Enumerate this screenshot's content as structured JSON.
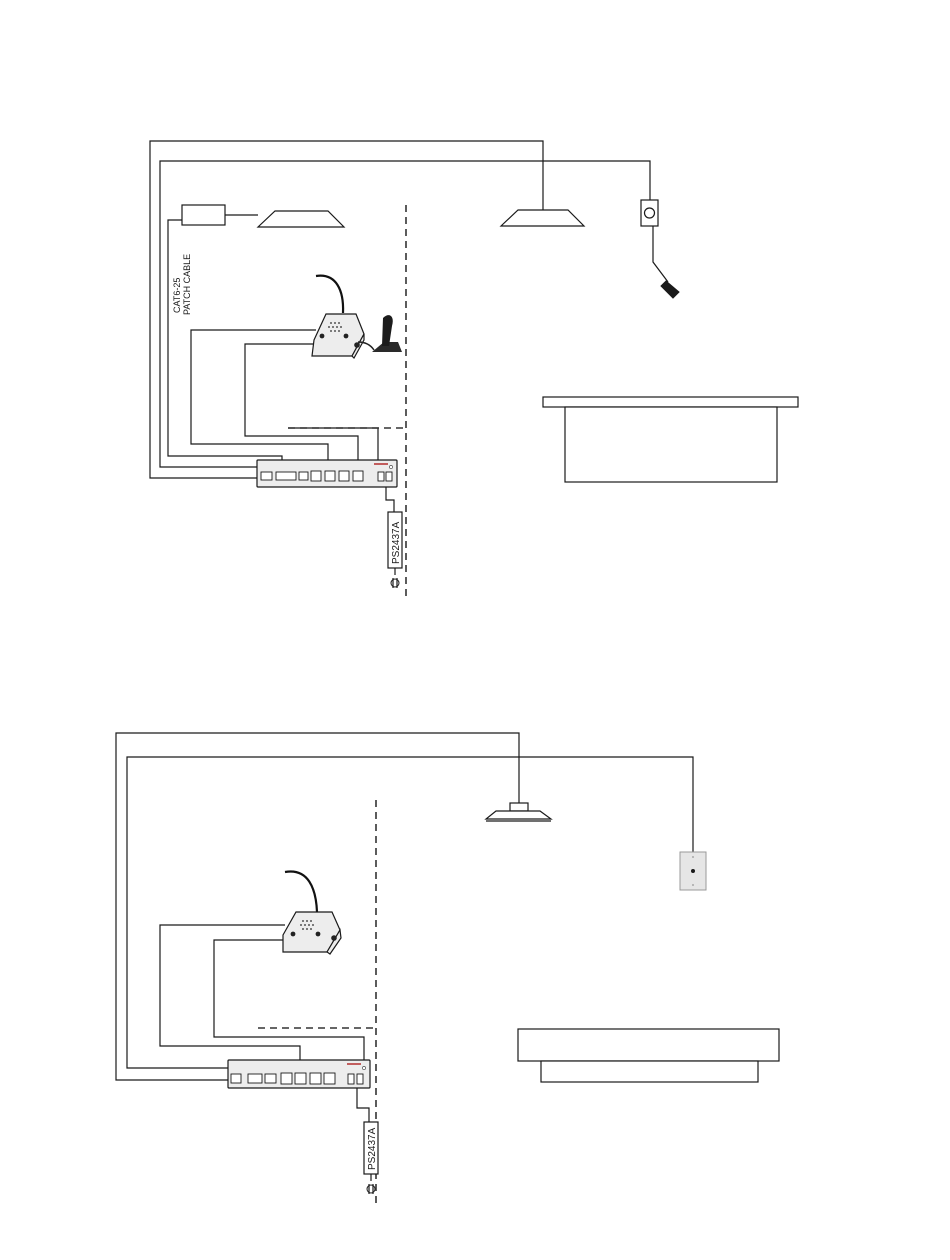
{
  "top_diagram": {
    "cable_label_line1": "CAT6-25",
    "cable_label_line2": "PATCH CABLE",
    "power_supply_label": "PS2437A"
  },
  "bottom_diagram": {
    "power_supply_label": "PS2437A"
  }
}
